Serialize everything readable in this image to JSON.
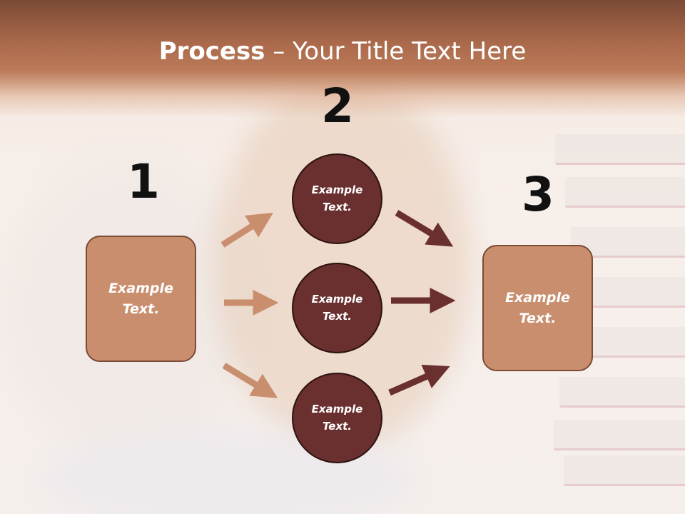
{
  "title": {
    "bold": "Process",
    "rest": " – Your Title Text Here"
  },
  "steps": {
    "one": {
      "number": "1",
      "text_line1": "Example",
      "text_line2": "Text."
    },
    "two": {
      "number": "2"
    },
    "three": {
      "number": "3",
      "text_line1": "Example",
      "text_line2": "Text."
    }
  },
  "circles": [
    {
      "line1": "Example",
      "line2": "Text."
    },
    {
      "line1": "Example",
      "line2": "Text."
    },
    {
      "line1": "Example",
      "line2": "Text."
    }
  ],
  "colors": {
    "header": "#a9684a",
    "box_fill": "#c98e6e",
    "circle_fill": "#6a2f2f",
    "arrow_left": "#c98e6e",
    "arrow_right": "#6a2f2f"
  }
}
